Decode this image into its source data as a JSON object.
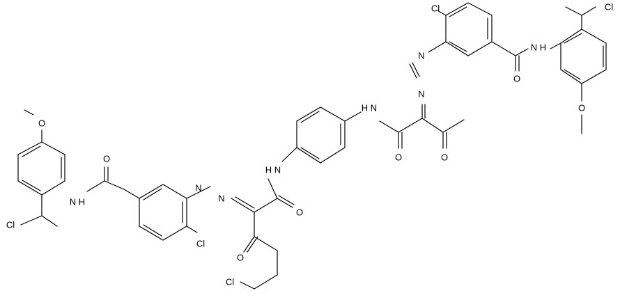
{
  "molecule": {
    "atom_labels": {
      "cl_top_right": "Cl",
      "cl_ring_right": "Cl",
      "nh_amide_right": "N H",
      "o_amide_right": "O",
      "o_methoxy_right": "O",
      "n_azo_right_1": "N",
      "n_azo_right_2": "N",
      "nh_center_right": "H N",
      "o_amide_center_right": "O",
      "o_ketone_right": "O",
      "nh_center_left": "H N",
      "o_amide_center_left": "O",
      "n_azo_left_1": "N",
      "n_azo_left_2": "N",
      "o_ketone_left": "O",
      "cl_chain_end": "Cl",
      "cl_ring_left": "Cl",
      "o_amide_left": "O",
      "nh_amide_left": "N H",
      "o_methoxy_left": "O",
      "cl_bottom_left": "Cl"
    }
  }
}
